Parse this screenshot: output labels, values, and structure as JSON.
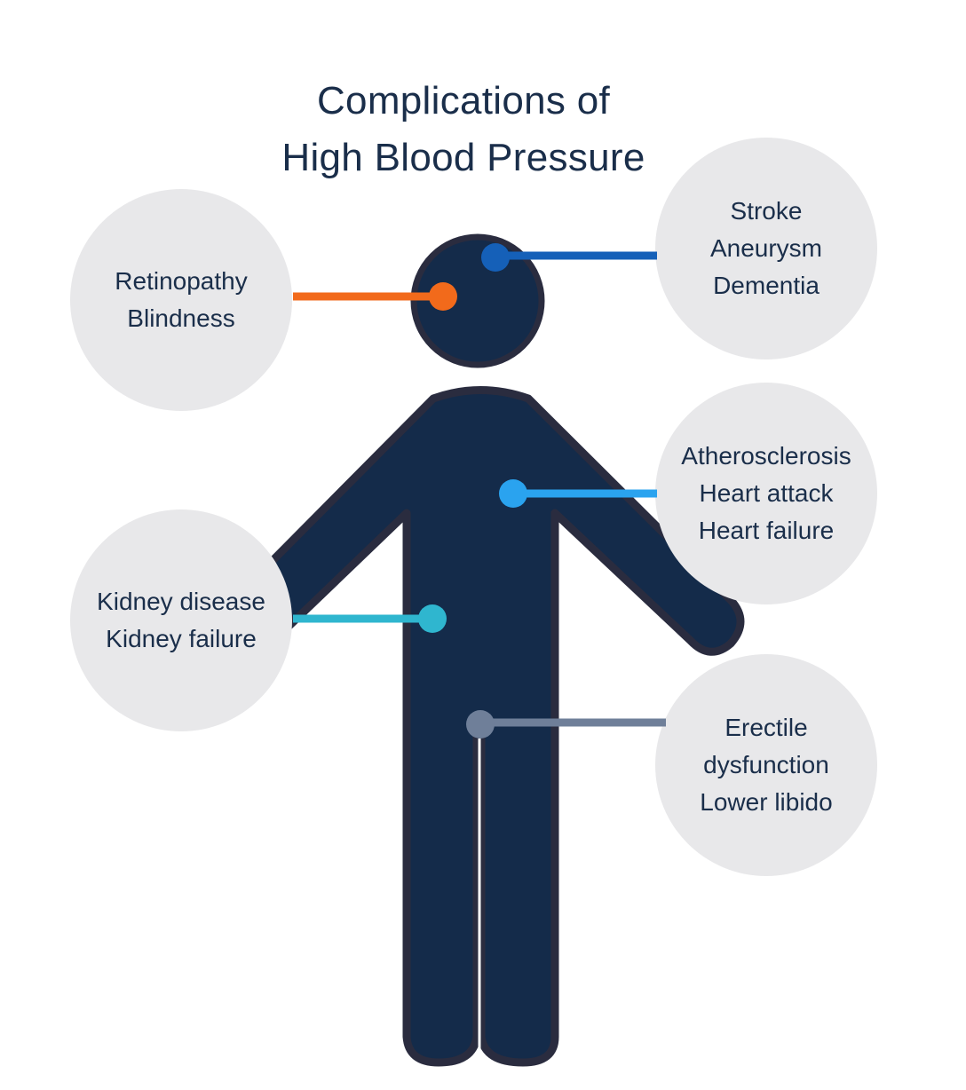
{
  "title": {
    "line1": "Complications of",
    "line2": "High Blood Pressure"
  },
  "colors": {
    "figure_fill": "#142b4a",
    "figure_outline": "#2a2c3f",
    "bubble_fill": "#e8e8ea",
    "text": "#1a2e4a",
    "eyes": "#f26a1b",
    "brain": "#1560b8",
    "heart": "#2aa3ef",
    "kidney": "#2fb6cf",
    "sexual": "#6f7f99"
  },
  "callouts": {
    "eyes": {
      "line1": "Retinopathy",
      "line2": "Blindness"
    },
    "brain": {
      "line1": "Stroke",
      "line2": "Aneurysm",
      "line3": "Dementia"
    },
    "heart": {
      "line1": "Atherosclerosis",
      "line2": "Heart attack",
      "line3": "Heart failure"
    },
    "kidney": {
      "line1": "Kidney disease",
      "line2": "Kidney failure"
    },
    "sexual": {
      "line1": "Erectile",
      "line2": "dysfunction",
      "line3": "Lower libido"
    }
  }
}
